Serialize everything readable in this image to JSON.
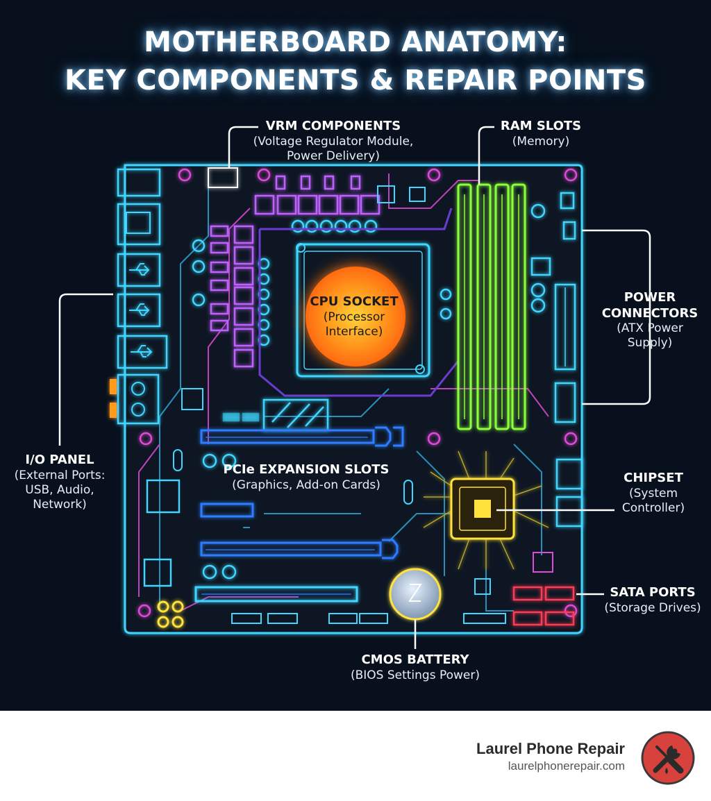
{
  "title": {
    "line1": "MOTHERBOARD ANATOMY:",
    "line2": "KEY COMPONENTS & REPAIR POINTS"
  },
  "labels": {
    "vrm": {
      "heading": "VRM COMPONENTS",
      "sub1": "(Voltage Regulator Module,",
      "sub2": "Power Delivery)"
    },
    "ram": {
      "heading": "RAM SLOTS",
      "sub1": "(Memory)"
    },
    "power": {
      "heading1": "POWER",
      "heading2": "CONNECTORS",
      "sub1": "(ATX Power",
      "sub2": "Supply)"
    },
    "cpu": {
      "heading": "CPU SOCKET",
      "sub1": "(Processor",
      "sub2": "Interface)"
    },
    "io": {
      "heading": "I/O PANEL",
      "sub1": "(External Ports:",
      "sub2": "USB, Audio,",
      "sub3": "Network)"
    },
    "pcie": {
      "heading": "PCIe EXPANSION SLOTS",
      "sub1": "(Graphics, Add-on Cards)"
    },
    "chipset": {
      "heading": "CHIPSET",
      "sub1": "(System",
      "sub2": "Controller)"
    },
    "sata": {
      "heading": "SATA PORTS",
      "sub1": "(Storage Drives)"
    },
    "cmos": {
      "heading": "CMOS BATTERY",
      "sub1": "(BIOS Settings Power)"
    }
  },
  "brand": {
    "name": "Laurel Phone Repair",
    "url": "laurelphonerepair.com"
  },
  "colors": {
    "background": "#07101c",
    "board_outline": "#3fd6ff",
    "vrm": "#c060ff",
    "ram": "#8cff3a",
    "pcie": "#2f7dff",
    "cpu": "#ff9a1e",
    "chipset": "#ffe23a",
    "sata": "#ff3a55",
    "logo": "#d8423c"
  },
  "icons": [
    "usb-icon",
    "audio-jack-icon",
    "wrench-icon",
    "screwdriver-icon"
  ]
}
